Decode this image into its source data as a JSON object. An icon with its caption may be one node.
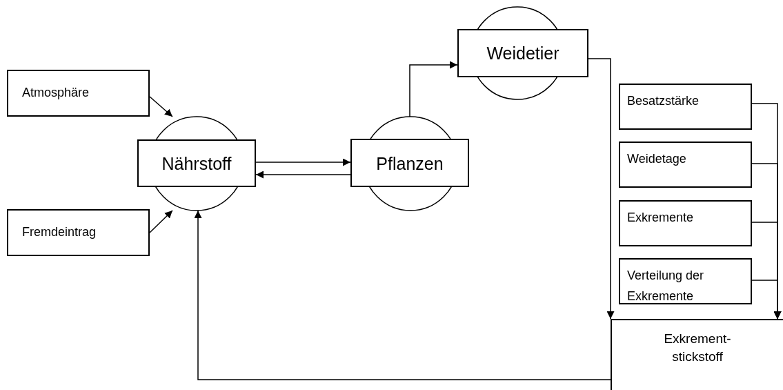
{
  "diagram": {
    "nodes": [
      {
        "text": [
          "Atmosphäre"
        ]
      },
      {
        "text": [
          "Nährstoff"
        ]
      },
      {
        "text": [
          "Pflanzen"
        ]
      },
      {
        "text": [
          "Weidetier"
        ]
      },
      {
        "text": [
          "Fremdeintrag"
        ]
      },
      {
        "text": [
          "Besatzstärke"
        ]
      },
      {
        "text": [
          "Weidetage"
        ]
      },
      {
        "text": [
          "Exkremente"
        ]
      },
      {
        "text": [
          "Verteilung der Exkremente"
        ]
      },
      {
        "text": [
          "Exkrement- stickstoff"
        ]
      }
    ],
    "edges": [
      {
        "from": 0,
        "to": 1,
        "arrow": "to"
      },
      {
        "from": 4,
        "to": 1,
        "arrow": "to"
      },
      {
        "from": 1,
        "to": 2,
        "arrow": "to"
      },
      {
        "from": 2,
        "to": 1,
        "arrow": "to"
      },
      {
        "from": 2,
        "to": 3,
        "arrow": "to"
      },
      {
        "from": 3,
        "to": 9,
        "arrow": "to"
      },
      {
        "from": 5,
        "to": 9,
        "arrow": "to"
      },
      {
        "from": 6,
        "to": 9,
        "arrow": "to"
      },
      {
        "from": 7,
        "to": 9,
        "arrow": "to"
      },
      {
        "from": 8,
        "to": 9,
        "arrow": "to"
      },
      {
        "from": 9,
        "to": 1,
        "arrow": "to"
      }
    ]
  }
}
